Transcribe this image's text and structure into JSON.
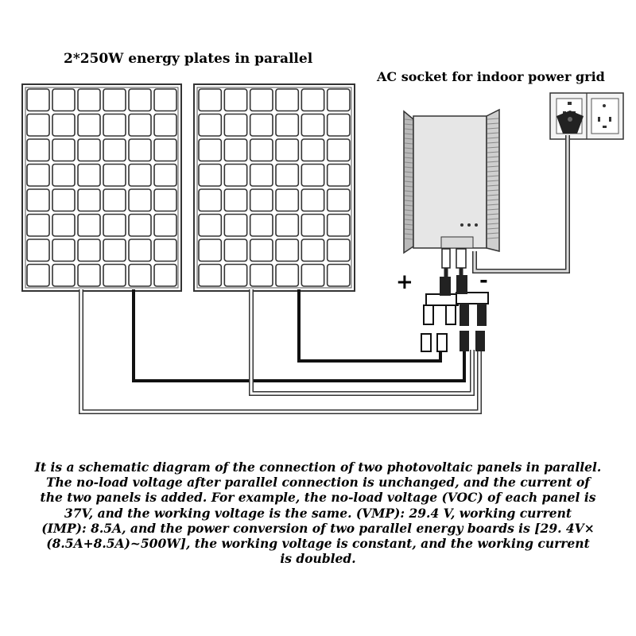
{
  "titles": {
    "panels": "2*250W energy plates in parallel",
    "socket": "AC socket for indoor power grid"
  },
  "signs": {
    "plus": "+",
    "minus": "-"
  },
  "caption": {
    "lines": [
      "It is a schematic diagram of the connection of two photovoltaic panels in parallel.",
      "The no-load voltage after parallel connection is unchanged, and the current of",
      "the two panels is added. For example, the no-load voltage (VOC) of each panel is",
      "37V, and the working voltage is the same. (VMP): 29.4 V, working current",
      "(IMP): 8.5A, and the power conversion of two parallel energy boards is [29. 4V×",
      "(8.5A+8.5A)~500W], the working voltage is constant, and the working current",
      "is doubled."
    ]
  },
  "icons": [
    "solar-panel-icon",
    "inverter-icon",
    "ac-socket-icon",
    "mc4-connector-icon"
  ]
}
